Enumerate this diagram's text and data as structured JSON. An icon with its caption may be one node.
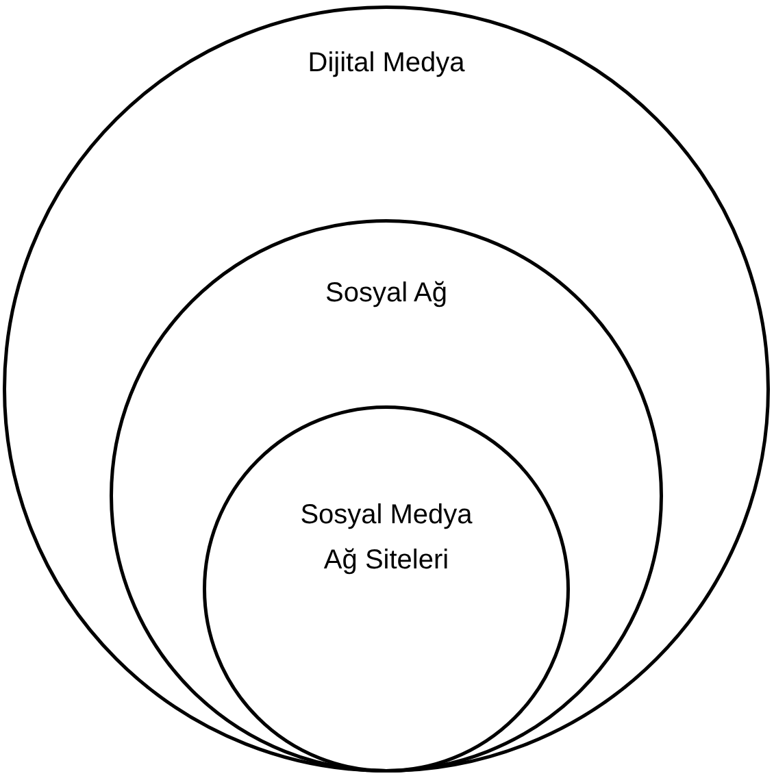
{
  "diagram": {
    "nodes": [
      {
        "text": [
          "Dijital Medya"
        ]
      },
      {
        "text": [
          "Sosyal Ağ"
        ],
        "in": 0
      },
      {
        "text": [
          "Sosyal Medya Ağ Siteleri"
        ],
        "in": 1
      }
    ]
  }
}
